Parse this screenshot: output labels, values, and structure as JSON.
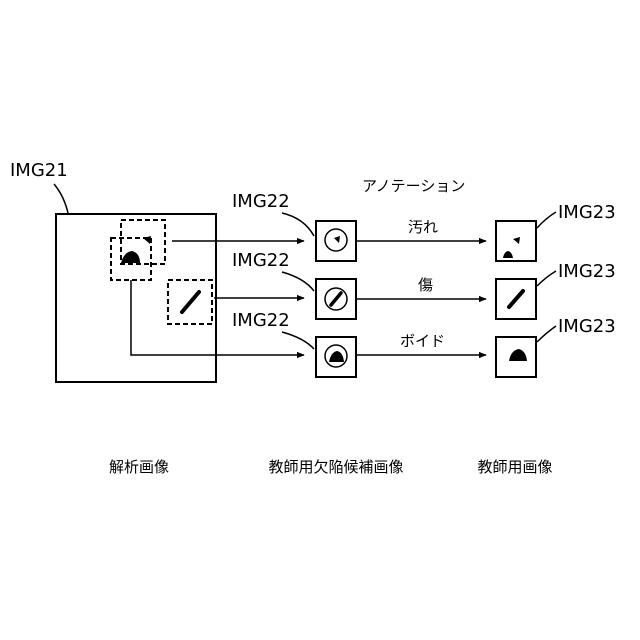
{
  "labels": {
    "img21": "IMG21",
    "img22_a": "IMG22",
    "img22_b": "IMG22",
    "img22_c": "IMG22",
    "img23_a": "IMG23",
    "img23_b": "IMG23",
    "img23_c": "IMG23"
  },
  "annotation": {
    "header": "アノテーション",
    "stain": "汚れ",
    "scratch": "傷",
    "void": "ボイド"
  },
  "captions": {
    "analysis_image": "解析画像",
    "defect_candidate_image": "教師用欠陥候補画像",
    "teacher_image": "教師用画像"
  }
}
